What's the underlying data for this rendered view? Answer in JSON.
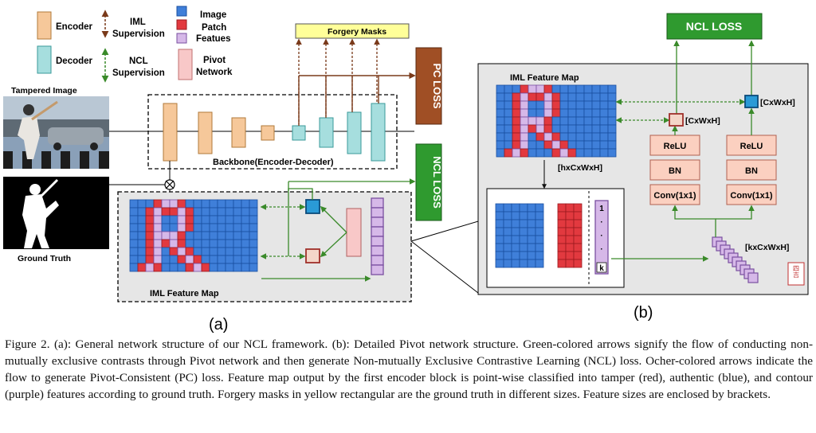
{
  "legend": {
    "encoder": "Encoder",
    "decoder": "Decoder",
    "iml_supervision": [
      "IML",
      "Supervision"
    ],
    "ncl_supervision": [
      "NCL",
      "Supervision"
    ],
    "image": "Image",
    "patch": "Patch",
    "features": "Featues",
    "pivot_network": [
      "Pivot",
      "Network"
    ]
  },
  "panel_a": {
    "tampered_image": "Tampered Image",
    "ground_truth": "Ground Truth",
    "forgery_masks": "Forgery Masks",
    "pc_loss": "PC LOSS",
    "ncl_loss": "NCL LOSS",
    "backbone": "Backbone(Encoder-Decoder)",
    "iml_feature_map": "IML Feature Map",
    "label": "(a)"
  },
  "panel_b": {
    "ncl_loss": "NCL LOSS",
    "iml_feature_map": "IML Feature Map",
    "hxcxwxh": "[hxCxWxH]",
    "cxwxh_1": "[CxWxH]",
    "cxwxh_2": "[CxWxH]",
    "kxcxwxh": "[kxCxWxH]",
    "relu": "ReLU",
    "bn": "BN",
    "conv": "Conv(1x1)",
    "contour_labels": [
      "1",
      "·",
      "·",
      "·",
      "k"
    ],
    "seal": "四吉",
    "label": "(b)"
  },
  "colors": {
    "encoder": "#f6c89a",
    "decoder": "#a6dede",
    "image_blue": "#3f7fd9",
    "patch_red": "#e2393f",
    "feature_purple": "#d6b8e8",
    "pivot_pink": "#f8c8c8",
    "green_loss": "#2f9a2f",
    "brown_loss": "#a04f25",
    "forgery_yellow": "#ffff99",
    "layer_salmon": "#fbd0c0"
  },
  "caption": "Figure 2. (a): General network structure of our NCL framework. (b): Detailed Pivot network structure. Green-colored arrows signify the flow of conducting non-mutually exclusive contrasts through Pivot network and then generate Non-mutually Exclusive Contrastive Learning (NCL) loss. Ocher-colored arrows indicate the flow to generate Pivot-Consistent (PC) loss. Feature map output by the first encoder block is point-wise classified into tamper (red), authentic (blue), and contour (purple) features according to ground truth. Forgery masks in yellow rectangular are the ground truth in different sizes. Feature sizes are enclosed by brackets."
}
